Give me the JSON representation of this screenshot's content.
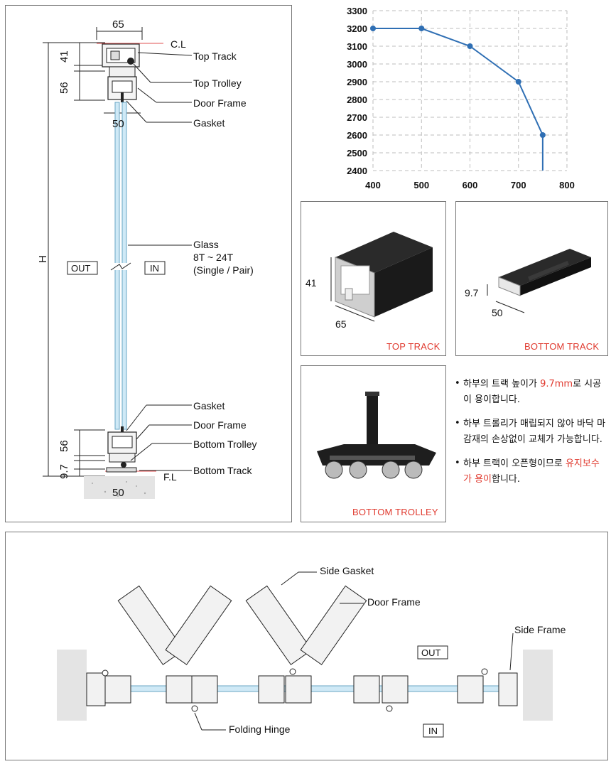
{
  "section_diagram": {
    "dim_top_width": "65",
    "dim_top_track_h": "41",
    "dim_top_frame_h": "56",
    "dim_mid_width": "50",
    "dim_overall": "H",
    "dim_bottom_frame_h": "56",
    "dim_bottom_track_h": "9.7",
    "dim_bottom_width": "50",
    "cl_label": "C.L",
    "fl_label": "F.L",
    "out_label": "OUT",
    "in_label": "IN",
    "callouts": {
      "top_track": "Top Track",
      "top_trolley": "Top Trolley",
      "door_frame_top": "Door Frame",
      "gasket_top": "Gasket",
      "glass_1": "Glass",
      "glass_2": "8T ~ 24T",
      "glass_3": "(Single / Pair)",
      "gasket_bottom": "Gasket",
      "door_frame_bottom": "Door Frame",
      "bottom_trolley": "Bottom Trolley",
      "bottom_track": "Bottom Track"
    }
  },
  "chart_data": {
    "type": "line",
    "x": [
      400,
      500,
      600,
      700,
      750,
      750
    ],
    "y": [
      3200,
      3200,
      3100,
      2900,
      2600,
      2400
    ],
    "markers": [
      true,
      true,
      true,
      true,
      true,
      false
    ],
    "xlim": [
      400,
      800
    ],
    "ylim": [
      2400,
      3300
    ],
    "xticks": [
      "400",
      "500",
      "600",
      "700",
      "800"
    ],
    "yticks": [
      "2400",
      "2500",
      "2600",
      "2700",
      "2800",
      "2900",
      "3000",
      "3100",
      "3200",
      "3300"
    ],
    "grid": true,
    "line_color": "#2f6fb4",
    "grid_color": "#bdbdbd"
  },
  "products": {
    "top_track": {
      "caption": "TOP TRACK",
      "dim_h": "41",
      "dim_w": "65"
    },
    "bottom_track": {
      "caption": "BOTTOM TRACK",
      "dim_h": "9.7",
      "dim_w": "50"
    },
    "bottom_trolley": {
      "caption": "BOTTOM TROLLEY"
    }
  },
  "notes": [
    {
      "pre": "하부의 트랙 높이가 ",
      "highlight": "9.7mm",
      "post": "로 시공이 용이합니다."
    },
    {
      "pre": "하부 트롤리가 매립되지 않아 바닥 마감재의 손상없이 교체가 가능합니다.",
      "highlight": "",
      "post": ""
    },
    {
      "pre": "하부 트랙이 오픈형이므로 ",
      "highlight": "유지보수가 용이",
      "post": "합니다."
    }
  ],
  "plan_diagram": {
    "side_gasket": "Side Gasket",
    "door_frame": "Door Frame",
    "side_frame": "Side Frame",
    "out_label": "OUT",
    "in_label": "IN",
    "folding_hinge": "Folding Hinge"
  },
  "colors": {
    "accent_red": "#e03a2f",
    "chart_blue": "#2f6fb4",
    "glass_blue": "#bfe3f2",
    "profile_black": "#1e1e1e"
  }
}
